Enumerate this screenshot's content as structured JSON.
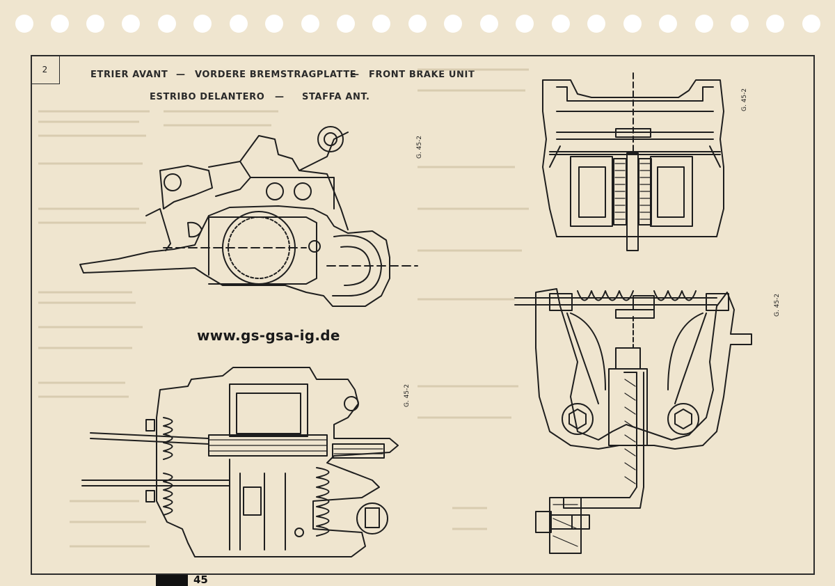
{
  "page": {
    "box_number": "2",
    "title_line1": {
      "part1": "ETRIER AVANT",
      "sep1": "—",
      "part2": "VORDERE BREMSTRAGPLATTE",
      "sep2": "—",
      "part3": "FRONT BRAKE UNIT"
    },
    "title_line2": {
      "part1": "ESTRIBO DELANTERO",
      "sep": "—",
      "part2": "STAFFA ANT."
    },
    "watermark": "www.gs-gsa-ig.de",
    "figure_refs": [
      "G. 45-2",
      "G. 45-2",
      "G. 45-2",
      "G. 45-2"
    ],
    "page_number": "45"
  },
  "colors": {
    "paper": "#efe5cf",
    "ink": "#1e1e1e",
    "punch_hole": "#ffffff"
  }
}
